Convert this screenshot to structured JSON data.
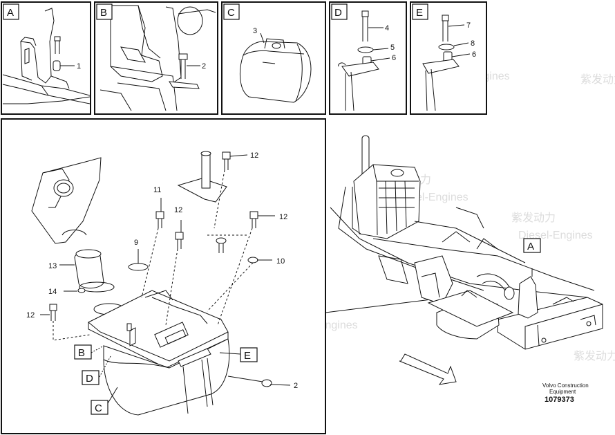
{
  "panels": {
    "a": {
      "tag": "A",
      "callouts": [
        "1"
      ]
    },
    "b": {
      "tag": "B",
      "callouts": [
        "2"
      ]
    },
    "c": {
      "tag": "C",
      "callouts": [
        "3"
      ]
    },
    "d": {
      "tag": "D",
      "callouts": [
        "4",
        "5",
        "6"
      ]
    },
    "e": {
      "tag": "E",
      "callouts": [
        "7",
        "8",
        "6"
      ]
    }
  },
  "main": {
    "callouts": [
      "12",
      "11",
      "12",
      "12",
      "9",
      "10",
      "13",
      "14",
      "12",
      "2"
    ],
    "tags": [
      "B",
      "D",
      "C",
      "E"
    ]
  },
  "overview": {
    "tag": "A"
  },
  "info": {
    "line1": "Volvo Construction",
    "line2": "Equipment",
    "number": "1079373"
  },
  "watermark": {
    "brand": "紫发动力",
    "sub": "Diesel-Engines"
  }
}
